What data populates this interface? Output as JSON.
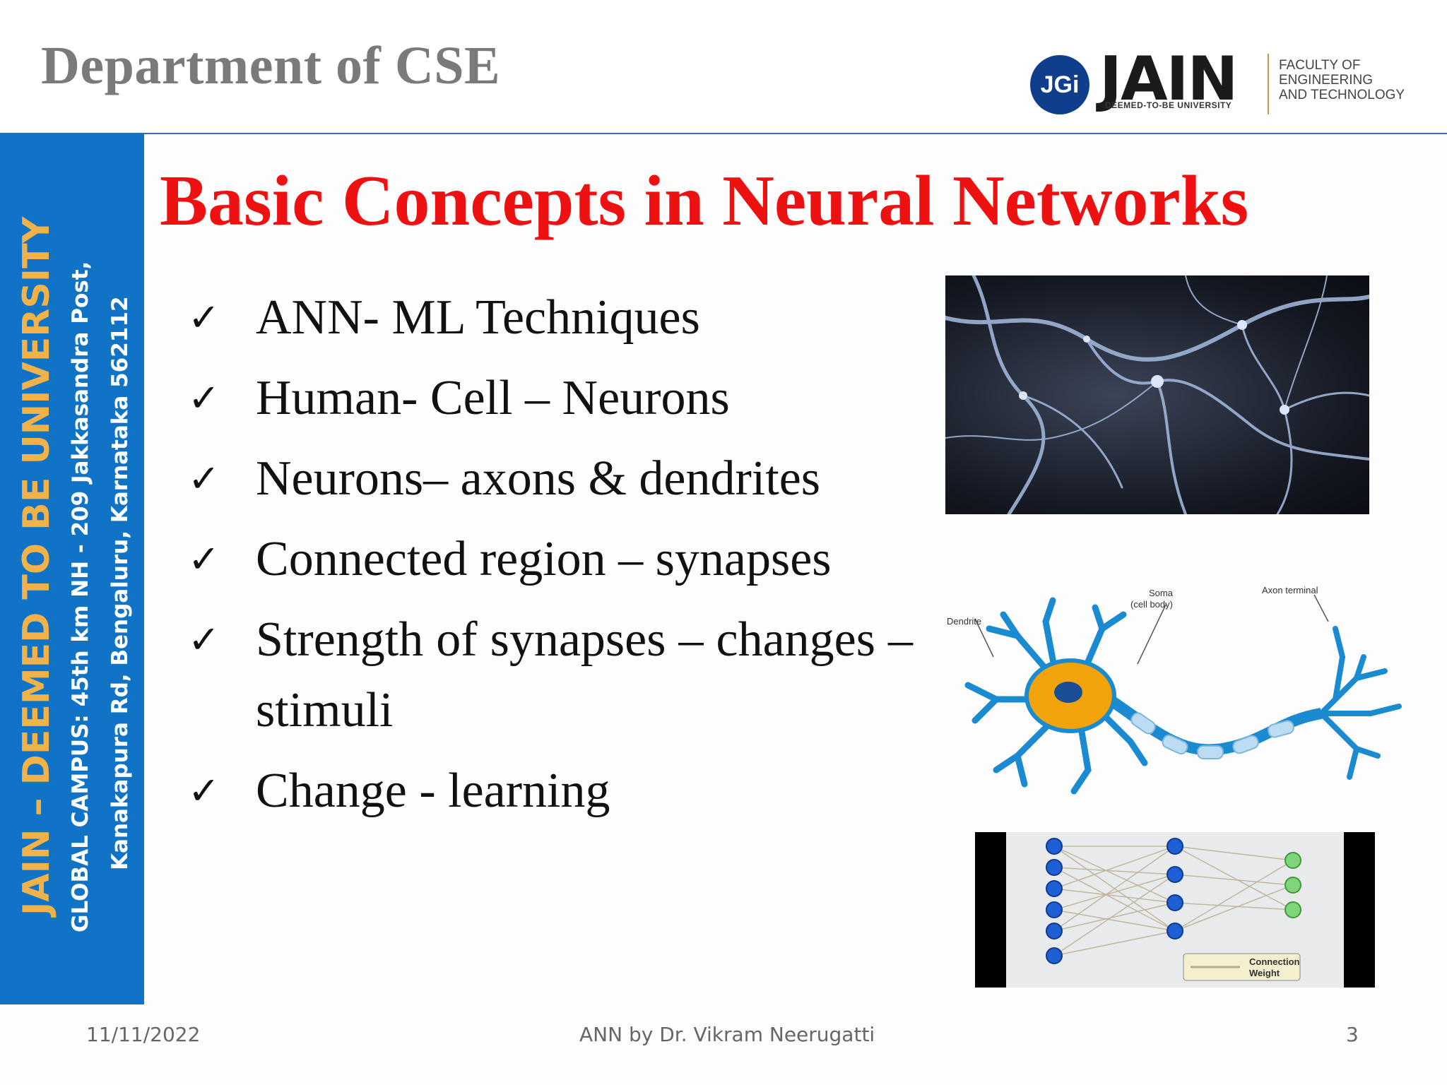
{
  "header": {
    "department": "Department of CSE",
    "logo": {
      "circle_text": "JGi",
      "name": "JAIN",
      "subtitle": "DEEMED-TO-BE UNIVERSITY",
      "faculty_line1": "FACULTY OF",
      "faculty_line2": "ENGINEERING",
      "faculty_line3": "AND TECHNOLOGY"
    }
  },
  "sidebar": {
    "line1": "JAIN – DEEMED TO BE UNIVERSITY",
    "line2": "GLOBAL CAMPUS: 45th km NH - 209 Jakkasandra Post,",
    "line3": "Kanakapura Rd, Bengaluru, Karnataka 562112"
  },
  "title": "Basic Concepts in Neural Networks",
  "bullets": [
    "ANN- ML Techniques",
    "Human- Cell – Neurons",
    "Neurons– axons & dendrites",
    "Connected region – synapses",
    "Strength of synapses – changes – stimuli",
    "Change - learning"
  ],
  "check_glyph": "✓",
  "diagram_labels": {
    "dendrite": "Dendrite",
    "soma": "Soma",
    "soma_sub": "(cell body)",
    "axon_terminal": "Axon terminal"
  },
  "network_legend": {
    "line1": "Connection",
    "line2": "Weight"
  },
  "footer": {
    "date": "11/11/2022",
    "center": "ANN by Dr. Vikram Neerugatti",
    "page": "3"
  },
  "colors": {
    "title": "#ee1111",
    "sidebar": "#1173c6",
    "sidebar_highlight": "#f2b24a",
    "header_text": "#7a7a7a"
  }
}
